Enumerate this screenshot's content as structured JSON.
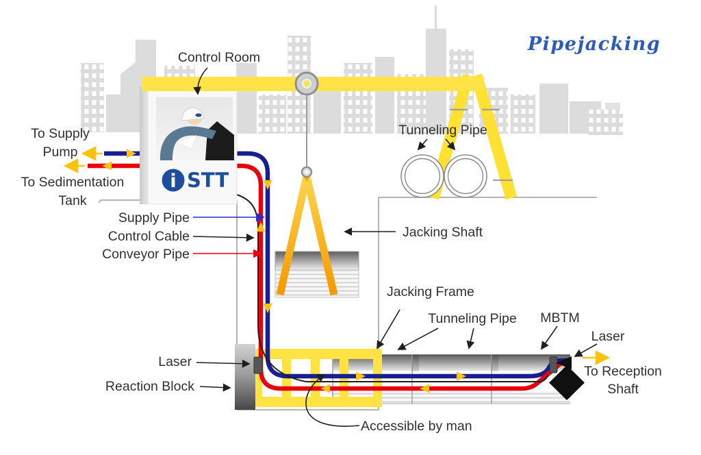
{
  "title": "Pipejacking",
  "logo": {
    "icon": "i",
    "text": "STT"
  },
  "labels": {
    "control_room": "Control Room",
    "to_supply_pump": [
      "To Supply",
      "Pump"
    ],
    "to_sedimentation_tank": [
      "To Sedimentation",
      "Tank"
    ],
    "supply_pipe": "Supply Pipe",
    "control_cable": "Control Cable",
    "conveyor_pipe": "Conveyor Pipe",
    "tunneling_pipe_top": "Tunneling Pipe",
    "jacking_shaft": "Jacking Shaft",
    "jacking_frame": "Jacking Frame",
    "tunneling_pipe_tunnel": "Tunneling Pipe",
    "mbtm": "MBTM",
    "laser_machine": "Laser",
    "laser_shaft": "Laser",
    "to_reception_shaft": [
      "To Reception",
      "Shaft"
    ],
    "reaction_block": "Reaction Block",
    "accessible_by_man": "Accessible by man"
  },
  "colors": {
    "accent_yellow": "#ffe345",
    "sling_orange": "#f59b00",
    "pipe_blue": "#1a1f8f",
    "pipe_red": "#e8000d",
    "flow_arrow_yellow": "#ffc20e",
    "skyline_gray": "#dcdcdc",
    "logo_blue": "#1d4e9e",
    "title_blue": "#2d5cb8",
    "label_dark": "#303030"
  }
}
